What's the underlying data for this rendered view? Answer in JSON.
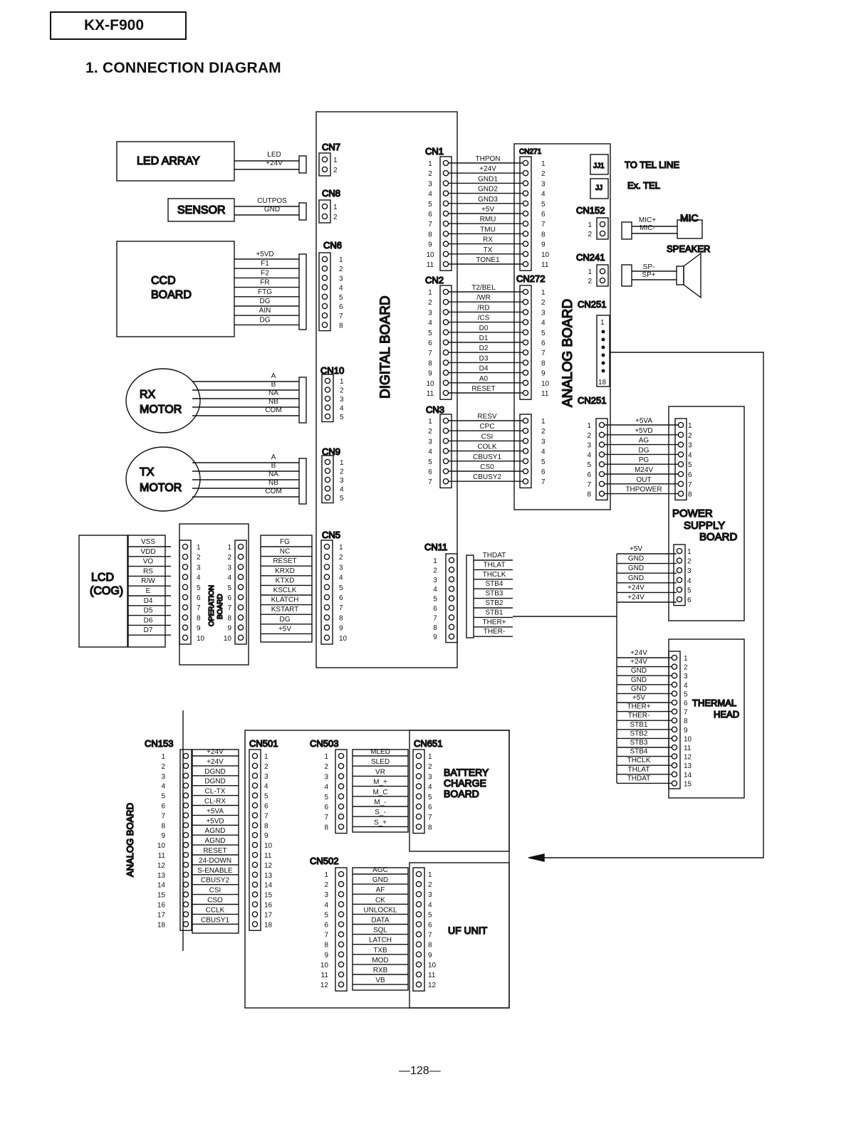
{
  "header": {
    "model": "KX-F900",
    "section_title": "1. CONNECTION DIAGRAM",
    "page_number": "—128—"
  },
  "boards": {
    "digital": "DIGITAL BOARD",
    "analog": "ANALOG BOARD",
    "analog_side": "ANALOG BOARD",
    "led_array": "LED ARRAY",
    "sensor": "SENSOR",
    "ccd_line1": "CCD",
    "ccd_line2": "BOARD",
    "rx_line1": "RX",
    "rx_line2": "MOTOR",
    "tx_line1": "TX",
    "tx_line2": "MOTOR",
    "lcd_line1": "LCD",
    "lcd_line2": "(COG)",
    "operation_board": "OPERATION",
    "operation_board2": "BOARD",
    "power_supply_1": "POWER",
    "power_supply_2": "SUPPLY",
    "power_supply_3": "BOARD",
    "thermal_head_1": "THERMAL",
    "thermal_head_2": "HEAD",
    "battery_1": "BATTERY",
    "battery_2": "CHARGE",
    "battery_3": "BOARD",
    "uf_unit": "UF UNIT",
    "tel_line": "TO TEL LINE",
    "ex_tel": "Ex. TEL",
    "mic": "MIC",
    "speaker": "SPEAKER"
  },
  "connectors": {
    "cn7": "CN7",
    "cn8": "CN8",
    "cn6": "CN6",
    "cn10": "CN10",
    "cn9": "CN9",
    "cn5": "CN5",
    "cn1": "CN1",
    "cn2": "CN2",
    "cn3": "CN3",
    "cn11": "CN11",
    "cn271": "CN271",
    "cn272": "CN272",
    "cn152": "CN152",
    "cn241": "CN241",
    "cn251a": "CN251",
    "cn251b": "CN251",
    "jj1": "JJ1",
    "jj2": "JJ",
    "cn153": "CN153",
    "cn501": "CN501",
    "cn503": "CN503",
    "cn651": "CN651",
    "cn502": "CN502"
  },
  "signals": {
    "cn7": [
      "LED",
      "+24V"
    ],
    "cn8": [
      "CUTPOS",
      "GND"
    ],
    "cn6": [
      "+5VD",
      "F1",
      "F2",
      "FR",
      "FTG",
      "DG",
      "AIN",
      "DG"
    ],
    "cn10": [
      "A",
      "B",
      "NA",
      "NB",
      "COM"
    ],
    "cn9": [
      "A",
      "B",
      "NA",
      "NB",
      "COM"
    ],
    "lcd": [
      "VSS",
      "VDD",
      "VO",
      "RS",
      "R/W",
      "E",
      "D4",
      "D5",
      "D6",
      "D7"
    ],
    "cn5": [
      "FG",
      "NC",
      "RESET",
      "KRXD",
      "KTXD",
      "KSCLK",
      "KLATCH",
      "KSTART",
      "DG",
      "+5V"
    ],
    "cn1": [
      "THPON",
      "+24V",
      "GND1",
      "GND2",
      "GND3",
      "+5V",
      "RMU",
      "TMU",
      "RX",
      "TX",
      "TONE1"
    ],
    "cn2": [
      "T2/BEL",
      "/WR",
      "/RD",
      "/CS",
      "D0",
      "D1",
      "D2",
      "D3",
      "D4",
      "A0",
      "RESET"
    ],
    "cn3": [
      "RESV",
      "CPC",
      "CSI",
      "COLK",
      "CBUSY1",
      "CS0",
      "CBUSY2"
    ],
    "cn11": [
      "THDAT",
      "THLAT",
      "THCLK",
      "STB4",
      "STB3",
      "STB2",
      "STB1",
      "THER+",
      "THER-"
    ],
    "mic": [
      "MIC+",
      "MIC-"
    ],
    "speaker": [
      "SP-",
      "SP+"
    ],
    "cn251": [
      "+5VA",
      "+5VD",
      "AG",
      "DG",
      "PG",
      "M24V",
      "OUT",
      "THPOWER"
    ],
    "psu_out": [
      "+5V",
      "GND",
      "GND",
      "GND",
      "+24V",
      "+24V"
    ],
    "thermal": [
      "+24V",
      "+24V",
      "GND",
      "GND",
      "GND",
      "+5V",
      "THER+",
      "THER-",
      "STB1",
      "STB2",
      "STB3",
      "STB4",
      "THCLK",
      "THLAT",
      "THDAT"
    ],
    "cn153": [
      "+24V",
      "+24V",
      "DGND",
      "DGND",
      "CL-TX",
      "CL-RX",
      "+5VA",
      "+5VD",
      "AGND",
      "AGND",
      "RESET",
      "24-DOWN",
      "S-ENABLE",
      "CBUSY2",
      "CSI",
      "CSO",
      "CCLK",
      "CBUSY1"
    ],
    "cn503": [
      "MLED",
      "SLED",
      "VR",
      "M_+",
      "M_C",
      "M_-",
      "S_-",
      "S_+"
    ],
    "cn502": [
      "AGC",
      "GND",
      "AF",
      "CK",
      "UNLOCKL",
      "DATA",
      "SQL",
      "LATCH",
      "TXB",
      "MOD",
      "RXB",
      "VB"
    ]
  }
}
